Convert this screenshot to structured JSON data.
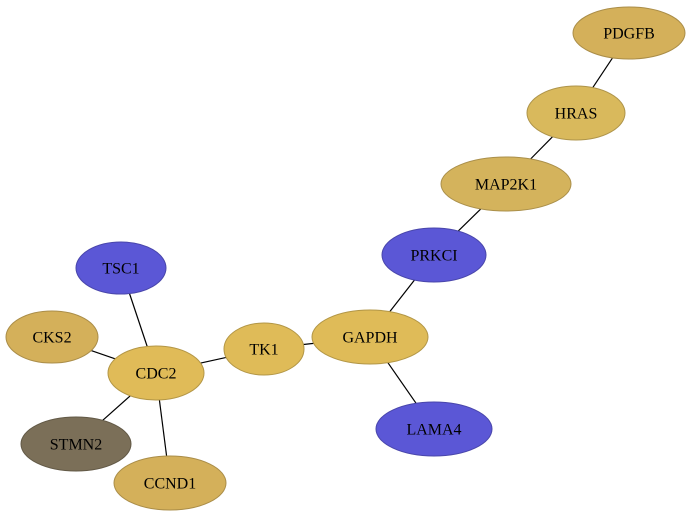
{
  "graph": {
    "nodes": [
      {
        "id": "PDGFB",
        "label": "PDGFB",
        "color": "#d4b05a"
      },
      {
        "id": "HRAS",
        "label": "HRAS",
        "color": "#d9b95c"
      },
      {
        "id": "MAP2K1",
        "label": "MAP2K1",
        "color": "#d4b35c"
      },
      {
        "id": "PRKCI",
        "label": "PRKCI",
        "color": "#5b57d6"
      },
      {
        "id": "GAPDH",
        "label": "GAPDH",
        "color": "#dfbb58"
      },
      {
        "id": "LAMA4",
        "label": "LAMA4",
        "color": "#5b57d6"
      },
      {
        "id": "TK1",
        "label": "TK1",
        "color": "#dfbb58"
      },
      {
        "id": "TSC1",
        "label": "TSC1",
        "color": "#5b57d6"
      },
      {
        "id": "CKS2",
        "label": "CKS2",
        "color": "#d4b05a"
      },
      {
        "id": "CDC2",
        "label": "CDC2",
        "color": "#e0bb58"
      },
      {
        "id": "STMN2",
        "label": "STMN2",
        "color": "#7b6f58"
      },
      {
        "id": "CCND1",
        "label": "CCND1",
        "color": "#d4b05a"
      }
    ],
    "edges": [
      {
        "source": "PDGFB",
        "target": "HRAS"
      },
      {
        "source": "HRAS",
        "target": "MAP2K1"
      },
      {
        "source": "MAP2K1",
        "target": "PRKCI"
      },
      {
        "source": "PRKCI",
        "target": "GAPDH"
      },
      {
        "source": "GAPDH",
        "target": "LAMA4"
      },
      {
        "source": "GAPDH",
        "target": "TK1"
      },
      {
        "source": "TK1",
        "target": "CDC2"
      },
      {
        "source": "TSC1",
        "target": "CDC2"
      },
      {
        "source": "CKS2",
        "target": "CDC2"
      },
      {
        "source": "CDC2",
        "target": "STMN2"
      },
      {
        "source": "CDC2",
        "target": "CCND1"
      }
    ]
  }
}
